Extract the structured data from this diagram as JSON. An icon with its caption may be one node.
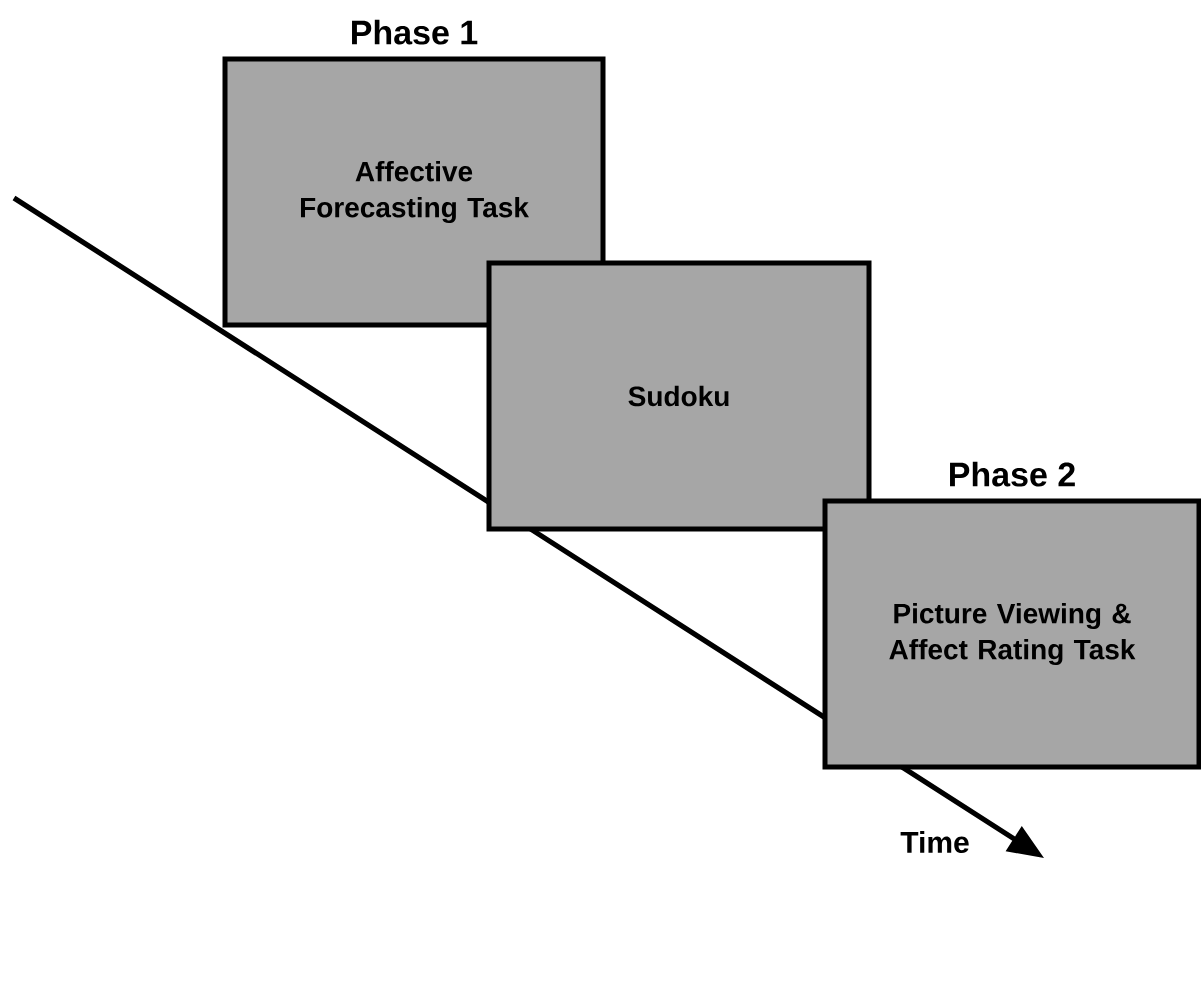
{
  "diagram": {
    "nodes": [
      {
        "text": [
          "Phase 1",
          "Affective Forecasting Task"
        ]
      },
      {
        "text": [
          "Sudoku"
        ]
      },
      {
        "text": [
          "Phase 2",
          "Picture Viewing & Affect Rating Task"
        ]
      }
    ],
    "labels": [
      "Time"
    ]
  }
}
